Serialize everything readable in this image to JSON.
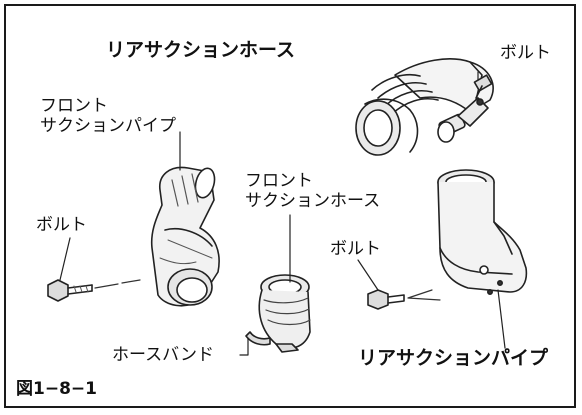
{
  "labels": {
    "rear_suction_hose": "リアサクションホース",
    "bolt_top_right": "ボルト",
    "front_suction_pipe": [
      "フロント",
      "サクションパイプ"
    ],
    "front_suction_hose": [
      "フロント",
      "サクションホース"
    ],
    "bolt_left": "ボルト",
    "bolt_middle": "ボルト",
    "hose_band": "ホースバンド",
    "rear_suction_pipe": "リアサクションパイプ"
  },
  "caption": "図1−8−1"
}
